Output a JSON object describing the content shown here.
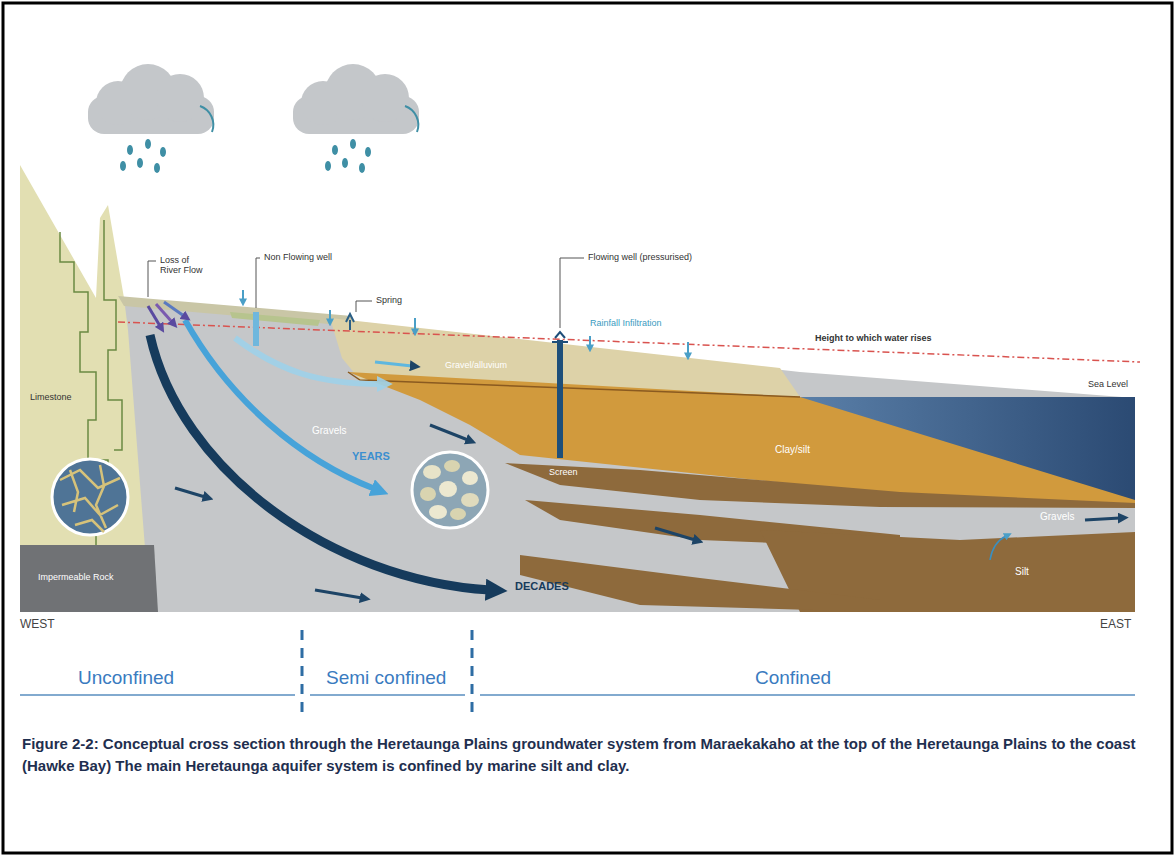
{
  "diagram": {
    "caption": "Figure 2-2: Conceptual cross section through the Heretaunga Plains groundwater system from Maraekakaho at the top of the Heretaunga Plains to the coast (Hawke Bay) The main Heretaunga aquifer system is confined by marine silt and clay.",
    "labels": [
      "Loss of River Flow",
      "Non Flowing well",
      "Spring",
      "Flowing well (pressurised)",
      "Rainfall Infiltration",
      "Height to which water rises",
      "Limestone",
      "Sea Level",
      "Gravel/alluvium",
      "Gravels",
      "YEARS",
      "Clay/silt",
      "Screen",
      "Gravels",
      "Silt",
      "Impermeable Rock",
      "DECADES",
      "WEST",
      "EAST",
      "Unconfined",
      "Semi confined",
      "Confined"
    ]
  }
}
